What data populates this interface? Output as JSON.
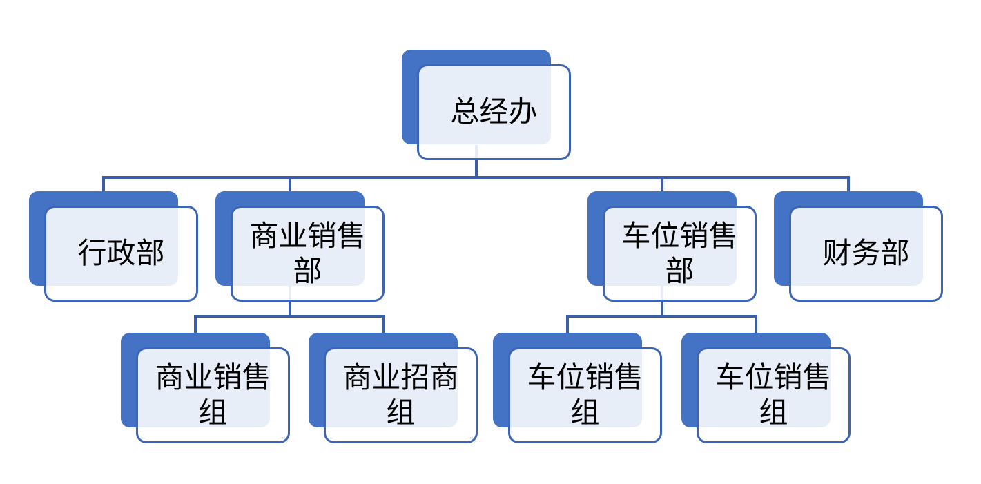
{
  "diagram": {
    "type": "org-chart",
    "nodes": [
      {
        "id": "root",
        "label": "总经办",
        "level": 1,
        "parent": null
      },
      {
        "id": "admin-dept",
        "label": "行政部",
        "level": 2,
        "parent": "root"
      },
      {
        "id": "commercial-sales-dept",
        "label": "商业销售部",
        "level": 2,
        "parent": "root"
      },
      {
        "id": "parking-sales-dept",
        "label": "车位销售部",
        "level": 2,
        "parent": "root"
      },
      {
        "id": "finance-dept",
        "label": "财务部",
        "level": 2,
        "parent": "root"
      },
      {
        "id": "commercial-sales-group",
        "label": "商业销售组",
        "level": 3,
        "parent": "commercial-sales-dept"
      },
      {
        "id": "commercial-leasing-group",
        "label": "商业招商组",
        "level": 3,
        "parent": "commercial-sales-dept"
      },
      {
        "id": "parking-sales-group-1",
        "label": "车位销售组",
        "level": 3,
        "parent": "parking-sales-dept"
      },
      {
        "id": "parking-sales-group-2",
        "label": "车位销售组",
        "level": 3,
        "parent": "parking-sales-dept"
      }
    ],
    "colors": {
      "back_card_fill": "#4472C4",
      "front_card_border": "#3D65B5",
      "front_card_fill": "rgba(255,255,255,0.88)",
      "front_card_tint_over_back": "#E8EEF8",
      "connector": "#3A5FA8",
      "text": "#000000",
      "background": "#FFFFFF"
    }
  }
}
